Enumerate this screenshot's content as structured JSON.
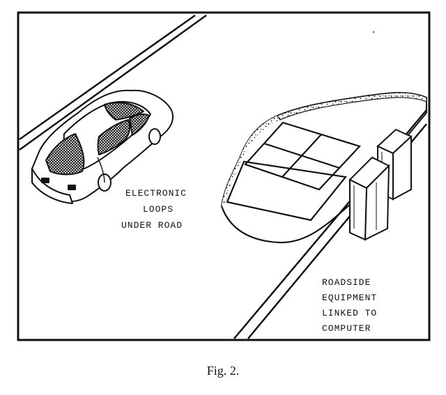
{
  "labels": {
    "loops": [
      "ELECTRONIC",
      "LOOPS",
      "UNDER ROAD"
    ],
    "roadside": [
      "ROADSIDE",
      "EQUIPMENT",
      "LINKED TO",
      "COMPUTER"
    ]
  },
  "caption": "Fig. 2.",
  "colors": {
    "ink": "#111111",
    "paper": "#ffffff"
  }
}
